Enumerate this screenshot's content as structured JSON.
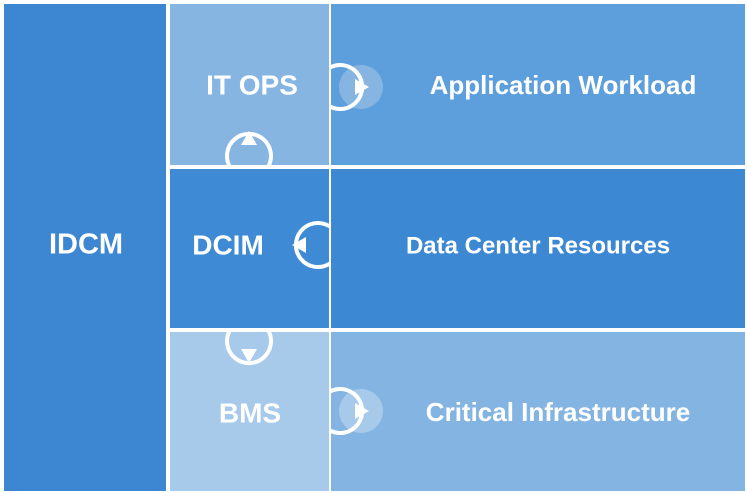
{
  "colors": {
    "idcm": "#3d87d2",
    "itops_left": "#86b5e1",
    "itops_right": "#5d9fdc",
    "dcim_left": "#3f8ad4",
    "dcim_right": "#3d88d3",
    "bms_left": "#a7caea",
    "bms_right": "#84b4e2",
    "seam": "#ffffff"
  },
  "idcm": {
    "label": "IDCM"
  },
  "rows": [
    {
      "id": "itops",
      "left_label": "IT OPS",
      "right_label": "Application Workload",
      "arrow": "right-arrow"
    },
    {
      "id": "dcim",
      "left_label": "DCIM",
      "right_label": "Data Center Resources",
      "arrow": "left-arrow"
    },
    {
      "id": "bms",
      "left_label": "BMS",
      "right_label": "Critical Infrastructure",
      "arrow": "right-arrow"
    }
  ],
  "vertical_links": [
    {
      "between": "itops-dcim",
      "arrow": "up-arrow"
    },
    {
      "between": "dcim-bms",
      "arrow": "down-arrow"
    }
  ]
}
